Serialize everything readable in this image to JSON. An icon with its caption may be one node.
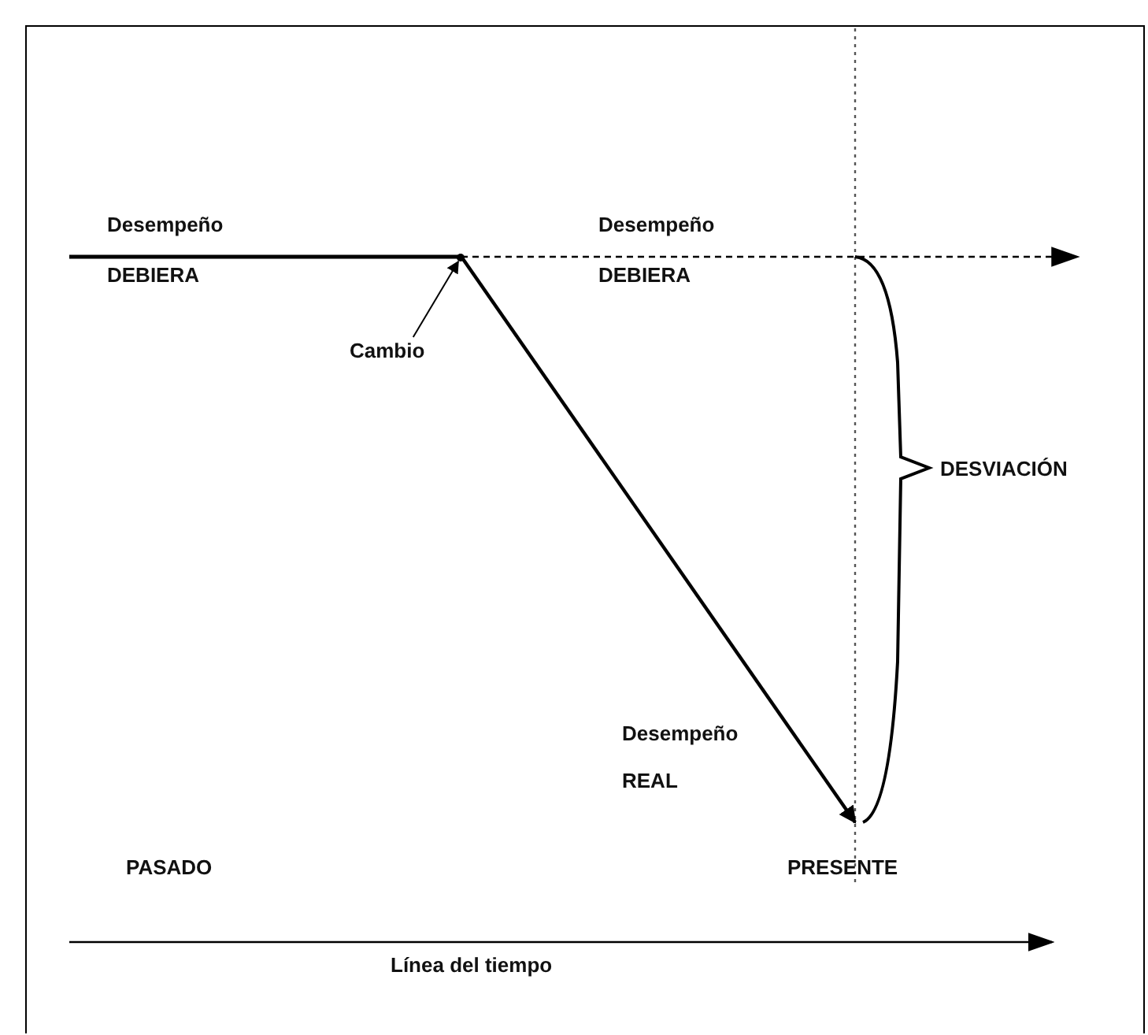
{
  "diagram": {
    "nodes": [
      {
        "text": [
          "Cambio"
        ]
      },
      {
        "text": [],
        "shape": "point"
      }
    ],
    "edges": [
      {
        "from": 0,
        "to": 1,
        "arrow": "to"
      }
    ],
    "labels": [
      "Desempeño",
      "DEBIERA",
      "Desempeño",
      "DEBIERA",
      "DESVIACIÓN",
      "Desempeño REAL",
      "PASADO",
      "PRESENTE",
      "Línea del tiempo"
    ]
  }
}
